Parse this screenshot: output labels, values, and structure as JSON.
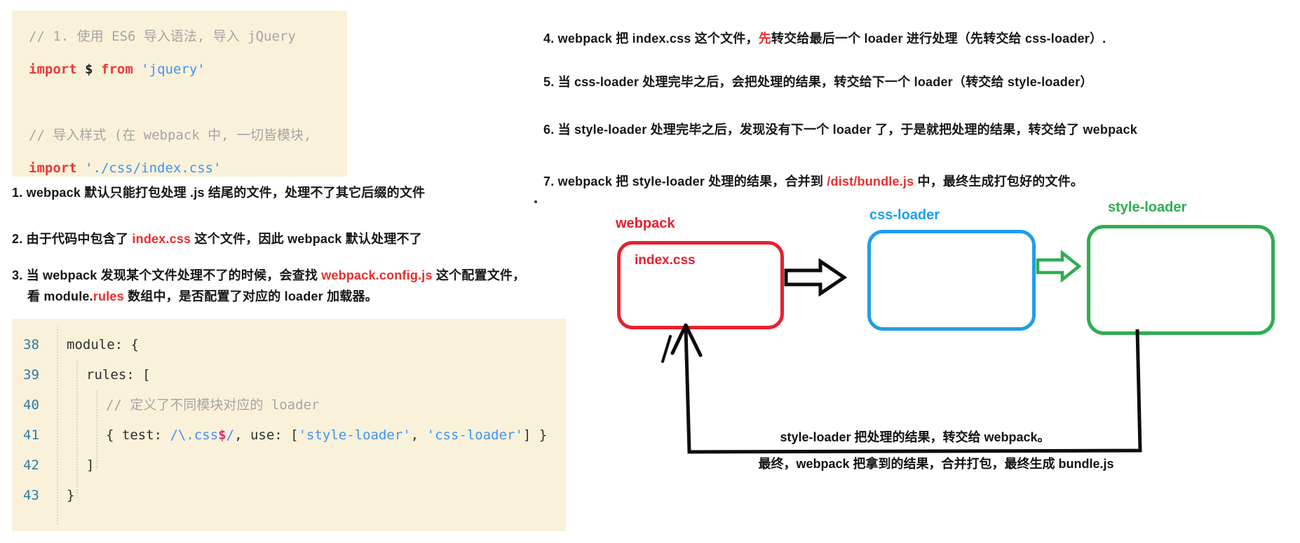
{
  "colors": {
    "cream": "#faf1da",
    "comment": "#a5a5a5",
    "keyword": "#e93a3a",
    "string": "#3c96f0",
    "regex": "#4a8cf7",
    "dollar": "#d6336c",
    "linenum": "#2e7ca6",
    "note_text": "#161616",
    "note_red": "#ea2e2e",
    "box_red": "#e8202e",
    "box_blue": "#1e9ee8",
    "box_green": "#2ead50",
    "arrow_black": "#0d0d0d"
  },
  "code_block_top": {
    "lines": [
      {
        "tokens": [
          {
            "text": "// 1. 使用 ES6 导入语法, 导入 jQuery",
            "cls": "comment"
          }
        ]
      },
      {
        "tokens": [
          {
            "text": "import",
            "cls": "kw"
          },
          {
            "text": " ",
            "cls": "plain"
          },
          {
            "text": "$",
            "cls": "var"
          },
          {
            "text": " ",
            "cls": "plain"
          },
          {
            "text": "from",
            "cls": "kw"
          },
          {
            "text": " ",
            "cls": "plain"
          },
          {
            "text": "'jquery'",
            "cls": "str"
          }
        ]
      },
      {
        "tokens": []
      },
      {
        "tokens": [
          {
            "text": "// 导入样式 (在 webpack 中, 一切皆模块,",
            "cls": "comment"
          }
        ]
      },
      {
        "tokens": [
          {
            "text": "import",
            "cls": "kw"
          },
          {
            "text": " ",
            "cls": "plain"
          },
          {
            "text": "'./css/index.css'",
            "cls": "str"
          }
        ]
      }
    ]
  },
  "code_block_bottom": {
    "lines": [
      {
        "num": "38",
        "indent": 0,
        "tokens": [
          {
            "text": "module: {",
            "cls": "plain"
          }
        ]
      },
      {
        "num": "39",
        "indent": 1,
        "tokens": [
          {
            "text": "rules: [",
            "cls": "plain"
          }
        ]
      },
      {
        "num": "40",
        "indent": 2,
        "tokens": [
          {
            "text": "// 定义了不同模块对应的 loader",
            "cls": "comment"
          }
        ]
      },
      {
        "num": "41",
        "indent": 2,
        "tokens": [
          {
            "text": "{ test: ",
            "cls": "plain"
          },
          {
            "text": "/\\.css",
            "cls": "regex"
          },
          {
            "text": "$",
            "cls": "dollar"
          },
          {
            "text": "/",
            "cls": "regex"
          },
          {
            "text": ", use: [",
            "cls": "plain"
          },
          {
            "text": "'style-loader'",
            "cls": "str"
          },
          {
            "text": ", ",
            "cls": "plain"
          },
          {
            "text": "'css-loader'",
            "cls": "str"
          },
          {
            "text": "] }",
            "cls": "plain"
          }
        ]
      },
      {
        "num": "42",
        "indent": 1,
        "tokens": [
          {
            "text": "]",
            "cls": "plain"
          }
        ]
      },
      {
        "num": "43",
        "indent": 0,
        "tokens": [
          {
            "text": "}",
            "cls": "plain"
          }
        ]
      }
    ]
  },
  "notes_left": [
    {
      "segments": [
        {
          "text": "1. webpack 默认只能打包处理 .js 结尾的文件，处理不了其它后缀的文件"
        }
      ]
    },
    {
      "segments": [
        {
          "text": "2. 由于代码中包含了 "
        },
        {
          "text": "index.css",
          "red": true
        },
        {
          "text": " 这个文件，因此 webpack 默认处理不了"
        }
      ]
    },
    {
      "segments": [
        {
          "text": "3. 当 webpack 发现某个文件处理不了的时候，会查找 "
        },
        {
          "text": "webpack.config.js",
          "red": true
        },
        {
          "text": " 这个配置文件，"
        }
      ]
    },
    {
      "segments": [
        {
          "text": "看 module."
        },
        {
          "text": "rules",
          "red": true
        },
        {
          "text": " 数组中，是否配置了对应的 loader 加载器。"
        }
      ]
    }
  ],
  "notes_right": [
    {
      "segments": [
        {
          "text": "4. webpack 把 index.css 这个文件，"
        },
        {
          "text": "先",
          "red": true
        },
        {
          "text": "转交给最后一个 loader 进行处理（先转交给 css-loader）."
        }
      ]
    },
    {
      "segments": [
        {
          "text": "5. 当 css-loader 处理完毕之后，会把处理的结果，转交给下一个 loader（转交给 style-loader）"
        }
      ]
    },
    {
      "segments": [
        {
          "text": "6. 当 style-loader 处理完毕之后，发现没有下一个 loader 了，于是就把处理的结果，转交给了 webpack"
        }
      ]
    },
    {
      "segments": [
        {
          "text": "7. webpack 把 style-loader 处理的结果，合并到 "
        },
        {
          "text": "/dist/bundle.js",
          "red": true
        },
        {
          "text": " 中，最终生成打包好的文件。"
        }
      ]
    }
  ],
  "diagram": {
    "webpack_label": "webpack",
    "index_css_label": "index.css",
    "css_loader_label": "css-loader",
    "style_loader_label": "style-loader",
    "return_line1": "style-loader 把处理的结果，转交给 webpack。",
    "return_line2": "最终，webpack 把拿到的结果，合并打包，最终生成 bundle.js"
  }
}
